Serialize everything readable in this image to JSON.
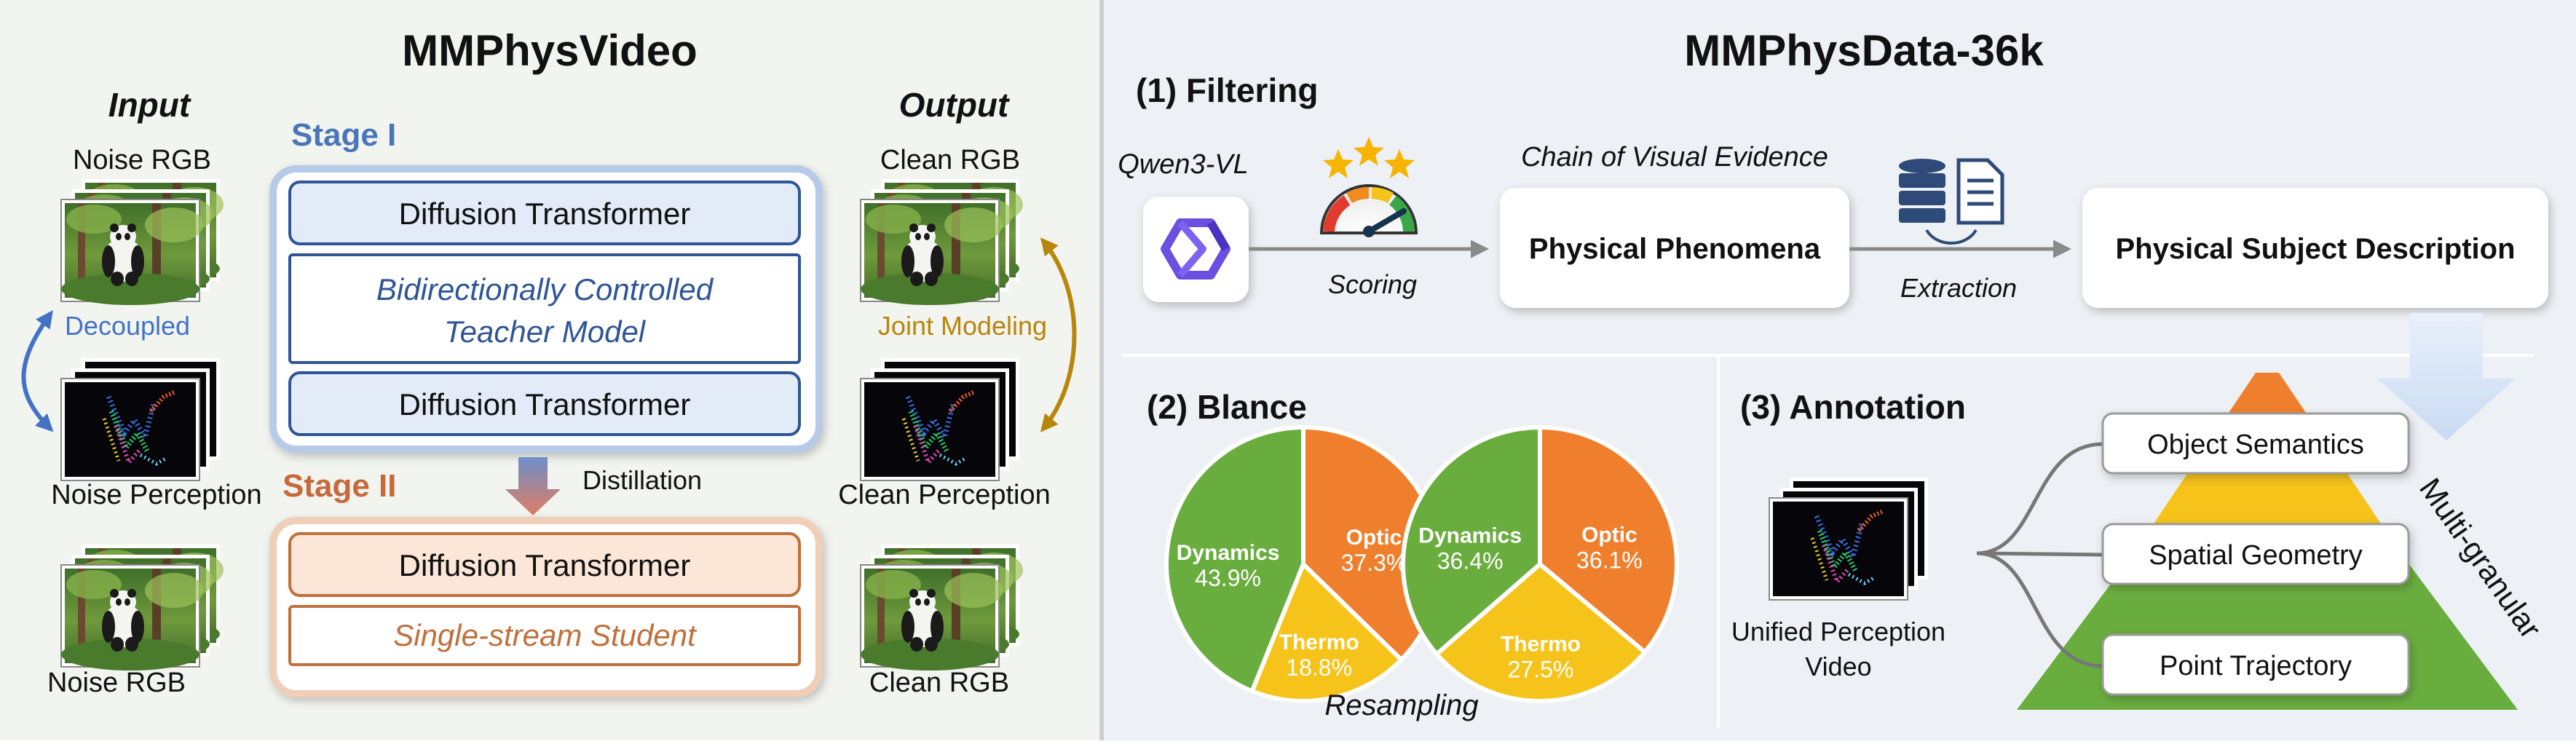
{
  "left": {
    "title": "MMPhysVideo",
    "input_label": "Input",
    "output_label": "Output",
    "noise_rgb": "Noise RGB",
    "noise_perception": "Noise Perception",
    "clean_rgb": "Clean RGB",
    "clean_perception": "Clean Perception",
    "decoupled": "Decoupled",
    "joint_modeling": "Joint Modeling",
    "distillation": "Distillation",
    "stage1": {
      "label": "Stage  I",
      "top_block": "Diffusion Transformer",
      "teacher_line1": "Bidirectionally Controlled",
      "teacher_line2": "Teacher Model",
      "bottom_block": "Diffusion Transformer"
    },
    "stage2": {
      "label": "Stage  II",
      "block": "Diffusion Transformer",
      "student": "Single-stream Student"
    }
  },
  "right": {
    "title": "MMPhysData-36k",
    "filtering": {
      "heading": "(1) Filtering",
      "model": "Qwen3-VL",
      "scoring": "Scoring",
      "chain": "Chain of Visual Evidence",
      "phenomena": "Physical Phenomena",
      "extraction": "Extraction",
      "subject": "Physical Subject Description"
    },
    "balance": {
      "heading": "(2) Blance",
      "resampling": "Resampling",
      "pie_before": [
        {
          "label": "Dynamics",
          "pct": "43.9%",
          "value": 43.9,
          "color": "#6aad3f"
        },
        {
          "label": "Optic",
          "pct": "37.3%",
          "value": 37.3,
          "color": "#ef7f2c"
        },
        {
          "label": "Thermo",
          "pct": "18.8%",
          "value": 18.8,
          "color": "#f6c31b"
        }
      ],
      "pie_after": [
        {
          "label": "Dynamics",
          "pct": "36.4%",
          "value": 36.4,
          "color": "#6aad3f"
        },
        {
          "label": "Optic",
          "pct": "36.1%",
          "value": 36.1,
          "color": "#ef7f2c"
        },
        {
          "label": "Thermo",
          "pct": "27.5%",
          "value": 27.5,
          "color": "#f6c31b"
        }
      ]
    },
    "annotation": {
      "heading": "(3) Annotation",
      "video_line1": "Unified Perception",
      "video_line2": "Video",
      "object_semantics": "Object Semantics",
      "spatial_geometry": "Spatial Geometry",
      "point_trajectory": "Point Trajectory",
      "multi_granular": "Multi-granular"
    }
  }
}
